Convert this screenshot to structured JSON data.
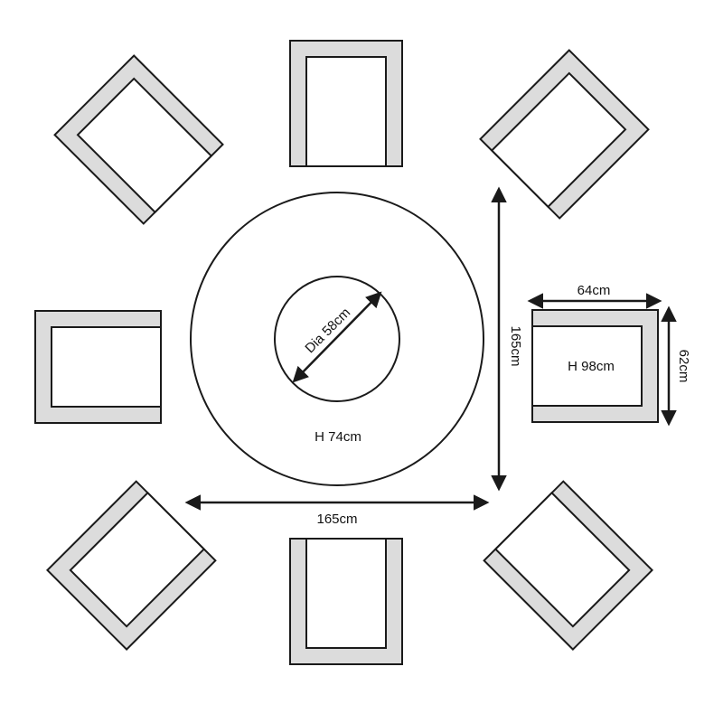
{
  "colors": {
    "line": "#1a1a1a",
    "chair_frame": "#dcdcdc",
    "background": "#ffffff"
  },
  "table": {
    "height_label": "H 74cm"
  },
  "fire_bowl": {
    "diameter_label": "Dia 58cm"
  },
  "dimensions": {
    "table_width_label": "165cm",
    "table_depth_label": "165cm"
  },
  "chair": {
    "width_label": "64cm",
    "depth_label": "62cm",
    "height_label": "H 98cm"
  }
}
